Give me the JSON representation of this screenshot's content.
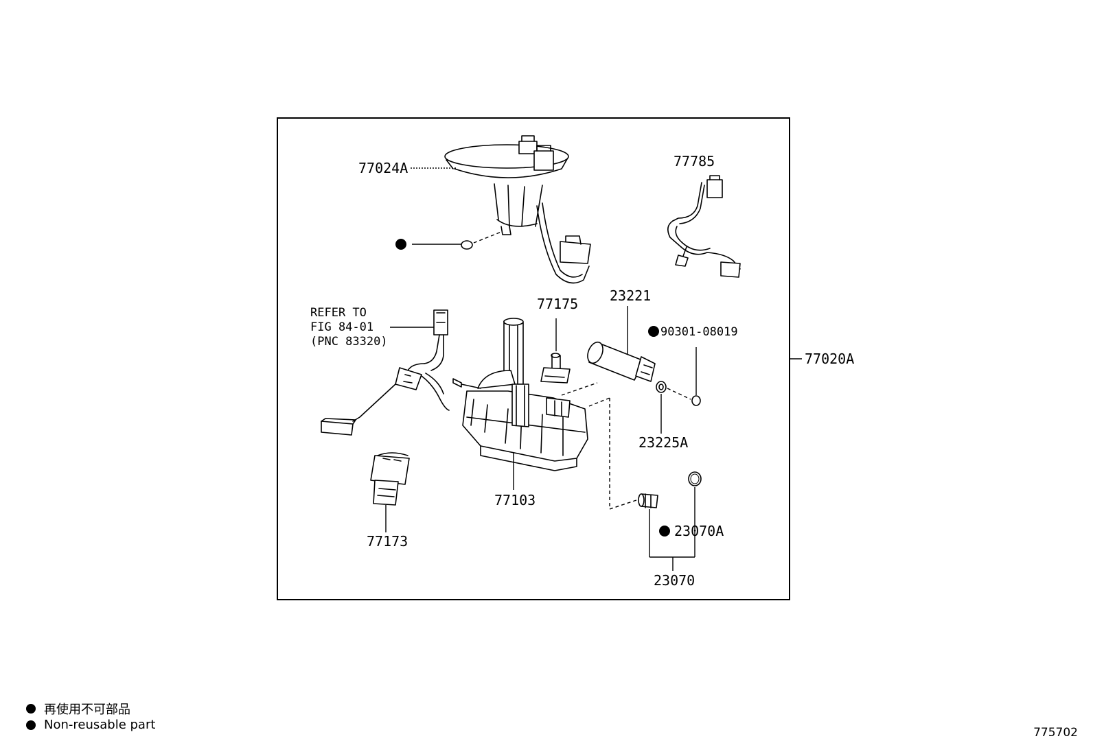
{
  "frame_callout": "77020A",
  "callouts": {
    "c77024A": "77024A",
    "c77785": "77785",
    "c77175": "77175",
    "c23221": "23221",
    "c90301": "90301-08019",
    "c23225A": "23225A",
    "c77103": "77103",
    "c77173": "77173",
    "c23070A": "23070A",
    "c23070": "23070"
  },
  "refer": {
    "line1": "REFER TO",
    "line2": "FIG 84-01",
    "line3": "(PNC 83320)"
  },
  "legend": {
    "jp": "再使用不可部品",
    "en": "Non-reusable part"
  },
  "figure_number": "775702"
}
